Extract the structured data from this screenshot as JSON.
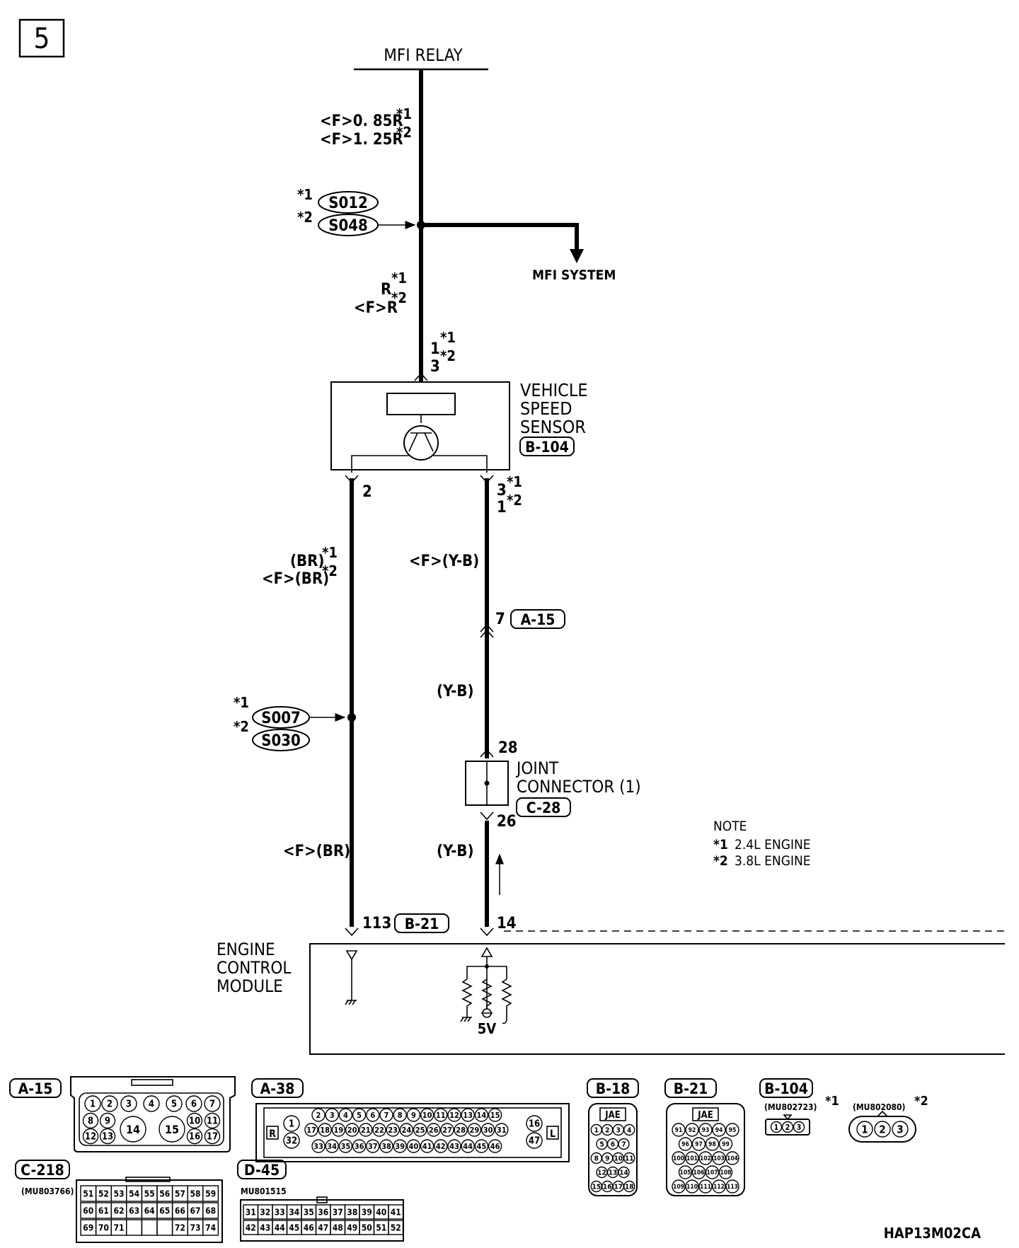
{
  "page": {
    "number": "5",
    "code": "HAP13M02CA"
  },
  "circuit": {
    "mfi_relay": "MFI RELAY",
    "mfi_system": "MFI SYSTEM",
    "relay_wire": [
      "<F>0. 85R",
      "<F>1. 25R"
    ],
    "splice_top": [
      "S012",
      "S048"
    ],
    "sensor_wire": [
      "R",
      "<F>R"
    ],
    "sensor_pin_top": [
      "1",
      "3"
    ],
    "sensor_name": [
      "VEHICLE",
      "SPEED",
      "SENSOR"
    ],
    "sensor_connector": "B-104",
    "pin_left": "2",
    "pin_right": [
      "3",
      "1"
    ],
    "wire_left_top": [
      "(BR)",
      "<F>(BR)"
    ],
    "wire_right_top": "<F>(Y-B)",
    "a15_pin": "7",
    "a15_connector": "A-15",
    "wire_right_mid": "(Y-B)",
    "splice_bottom": [
      "S007",
      "S030"
    ],
    "joint_pin_top": "28",
    "joint_name": [
      "JOINT",
      "CONNECTOR (1)"
    ],
    "joint_connector": "C-28",
    "joint_pin_bottom": "26",
    "wire_left_bottom": "<F>(BR)",
    "wire_right_bottom": "(Y-B)",
    "ecm_pin_left": "113",
    "ecm_connector": "B-21",
    "ecm_pin_right": "14",
    "ecm_name": [
      "ENGINE",
      "CONTROL",
      "MODULE"
    ],
    "voltage": "5V",
    "star1": "*1",
    "star2": "*2"
  },
  "note": {
    "title": "NOTE",
    "lines": [
      {
        "mark": "*1",
        "text": "2.4L ENGINE"
      },
      {
        "mark": "*2",
        "text": "3.8L ENGINE"
      }
    ]
  },
  "connectors": {
    "a15": {
      "label": "A-15",
      "row1": [
        "1",
        "2",
        "3",
        "4",
        "5",
        "6",
        "7"
      ],
      "row2": [
        "8",
        "9",
        "10",
        "11"
      ],
      "row3": [
        "12",
        "13",
        "16",
        "17"
      ],
      "big": [
        "14",
        "15"
      ]
    },
    "a38": {
      "label": "A-38",
      "row1": [
        "2",
        "3",
        "4",
        "5",
        "6",
        "7",
        "8",
        "9",
        "10",
        "11",
        "12",
        "13",
        "14",
        "15"
      ],
      "row2": [
        "17",
        "18",
        "19",
        "20",
        "21",
        "22",
        "23",
        "24",
        "25",
        "26",
        "27",
        "28",
        "29",
        "30",
        "31"
      ],
      "row3": [
        "33",
        "34",
        "35",
        "36",
        "37",
        "38",
        "39",
        "40",
        "41",
        "42",
        "43",
        "44",
        "45",
        "46"
      ],
      "left": [
        "1",
        "32"
      ],
      "right": [
        "16",
        "47"
      ],
      "marks": [
        "R",
        "L"
      ]
    },
    "b18": {
      "label": "B-18",
      "tag": "JAE",
      "rows": [
        [
          "1",
          "2",
          "3",
          "4"
        ],
        [
          "5",
          "6",
          "7"
        ],
        [
          "8",
          "9",
          "10",
          "11"
        ],
        [
          "12",
          "13",
          "14"
        ],
        [
          "15",
          "16",
          "17",
          "18"
        ]
      ]
    },
    "b21": {
      "label": "B-21",
      "tag": "JAE",
      "rows": [
        [
          "91",
          "92",
          "93",
          "94",
          "95"
        ],
        [
          "96",
          "97",
          "98",
          "99"
        ],
        [
          "100",
          "101",
          "102",
          "103",
          "104"
        ],
        [
          "105",
          "106",
          "107",
          "108"
        ],
        [
          "109",
          "110",
          "111",
          "112",
          "113"
        ]
      ]
    },
    "b104": {
      "label": "B-104",
      "part1": "(MU802723)",
      "part2": "(MU802080)",
      "pins": [
        "1",
        "2",
        "3"
      ]
    },
    "c218": {
      "label": "C-218",
      "part": "(MU803766)",
      "row1": [
        "51",
        "52",
        "53",
        "54",
        "55",
        "56",
        "57",
        "58",
        "59"
      ],
      "row2": [
        "60",
        "61",
        "62",
        "63",
        "64",
        "65",
        "66",
        "67",
        "68"
      ],
      "row3": [
        "69",
        "70",
        "71",
        "",
        "",
        "",
        "72",
        "73",
        "74"
      ]
    },
    "d45": {
      "label": "D-45",
      "part": "MU801515",
      "row1": [
        "31",
        "32",
        "33",
        "34",
        "35",
        "36",
        "37",
        "38",
        "39",
        "40",
        "41"
      ],
      "row2": [
        "42",
        "43",
        "44",
        "45",
        "46",
        "47",
        "48",
        "49",
        "50",
        "51",
        "52"
      ]
    }
  }
}
